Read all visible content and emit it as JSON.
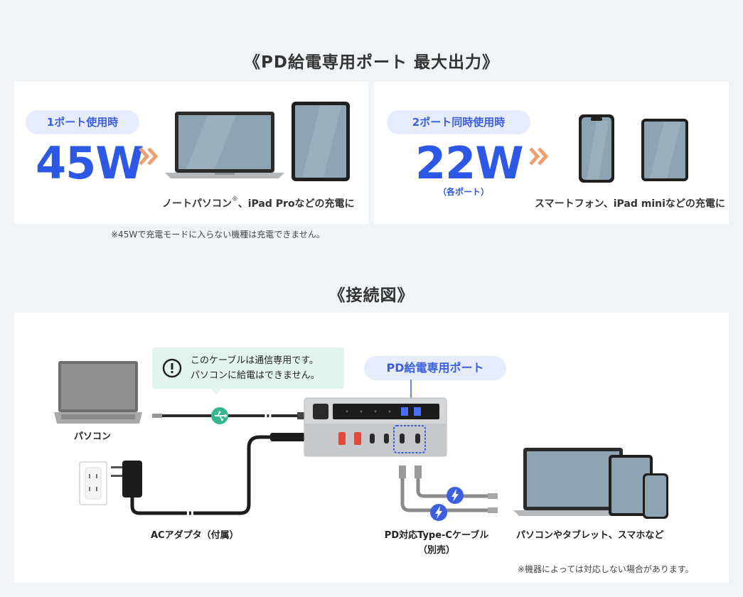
{
  "top_section": {
    "title": "《PD給電専用ポート 最大出力》",
    "left_panel": {
      "pill": "1ポート使用時",
      "watt": "45W",
      "caption_main": "ノートパソコン",
      "caption_mark": "※",
      "caption_rest": "、iPad Proなどの充電に"
    },
    "right_panel": {
      "pill": "2ポート同時使用時",
      "watt": "22W",
      "watt_sub": "（各ポート）",
      "caption": "スマートフォン、iPad miniなどの充電に"
    },
    "footnote": "※45Wで充電モードに入らない機種は充電できません。"
  },
  "bottom_section": {
    "title": "《接続図》",
    "callout_line1": "このケーブルは通信専用です。",
    "callout_line2": "パソコンに給電はできません。",
    "pd_port_label": "PD給電専用ポート",
    "label_pc": "パソコン",
    "label_adapter": "ACアダプタ（付属）",
    "label_cable_line1": "PD対応Type-Cケーブル",
    "label_cable_line2": "（別売）",
    "label_devices": "パソコンやタブレット、スマホなど",
    "footnote": "※機器によっては対応しない場合があります。"
  },
  "colors": {
    "accent_blue": "#2d58e6",
    "pill_bg": "#e6ecfb",
    "chevron_orange": "#f0a070",
    "callout_bg": "#e2f4ee",
    "usb_green": "#35b890"
  }
}
